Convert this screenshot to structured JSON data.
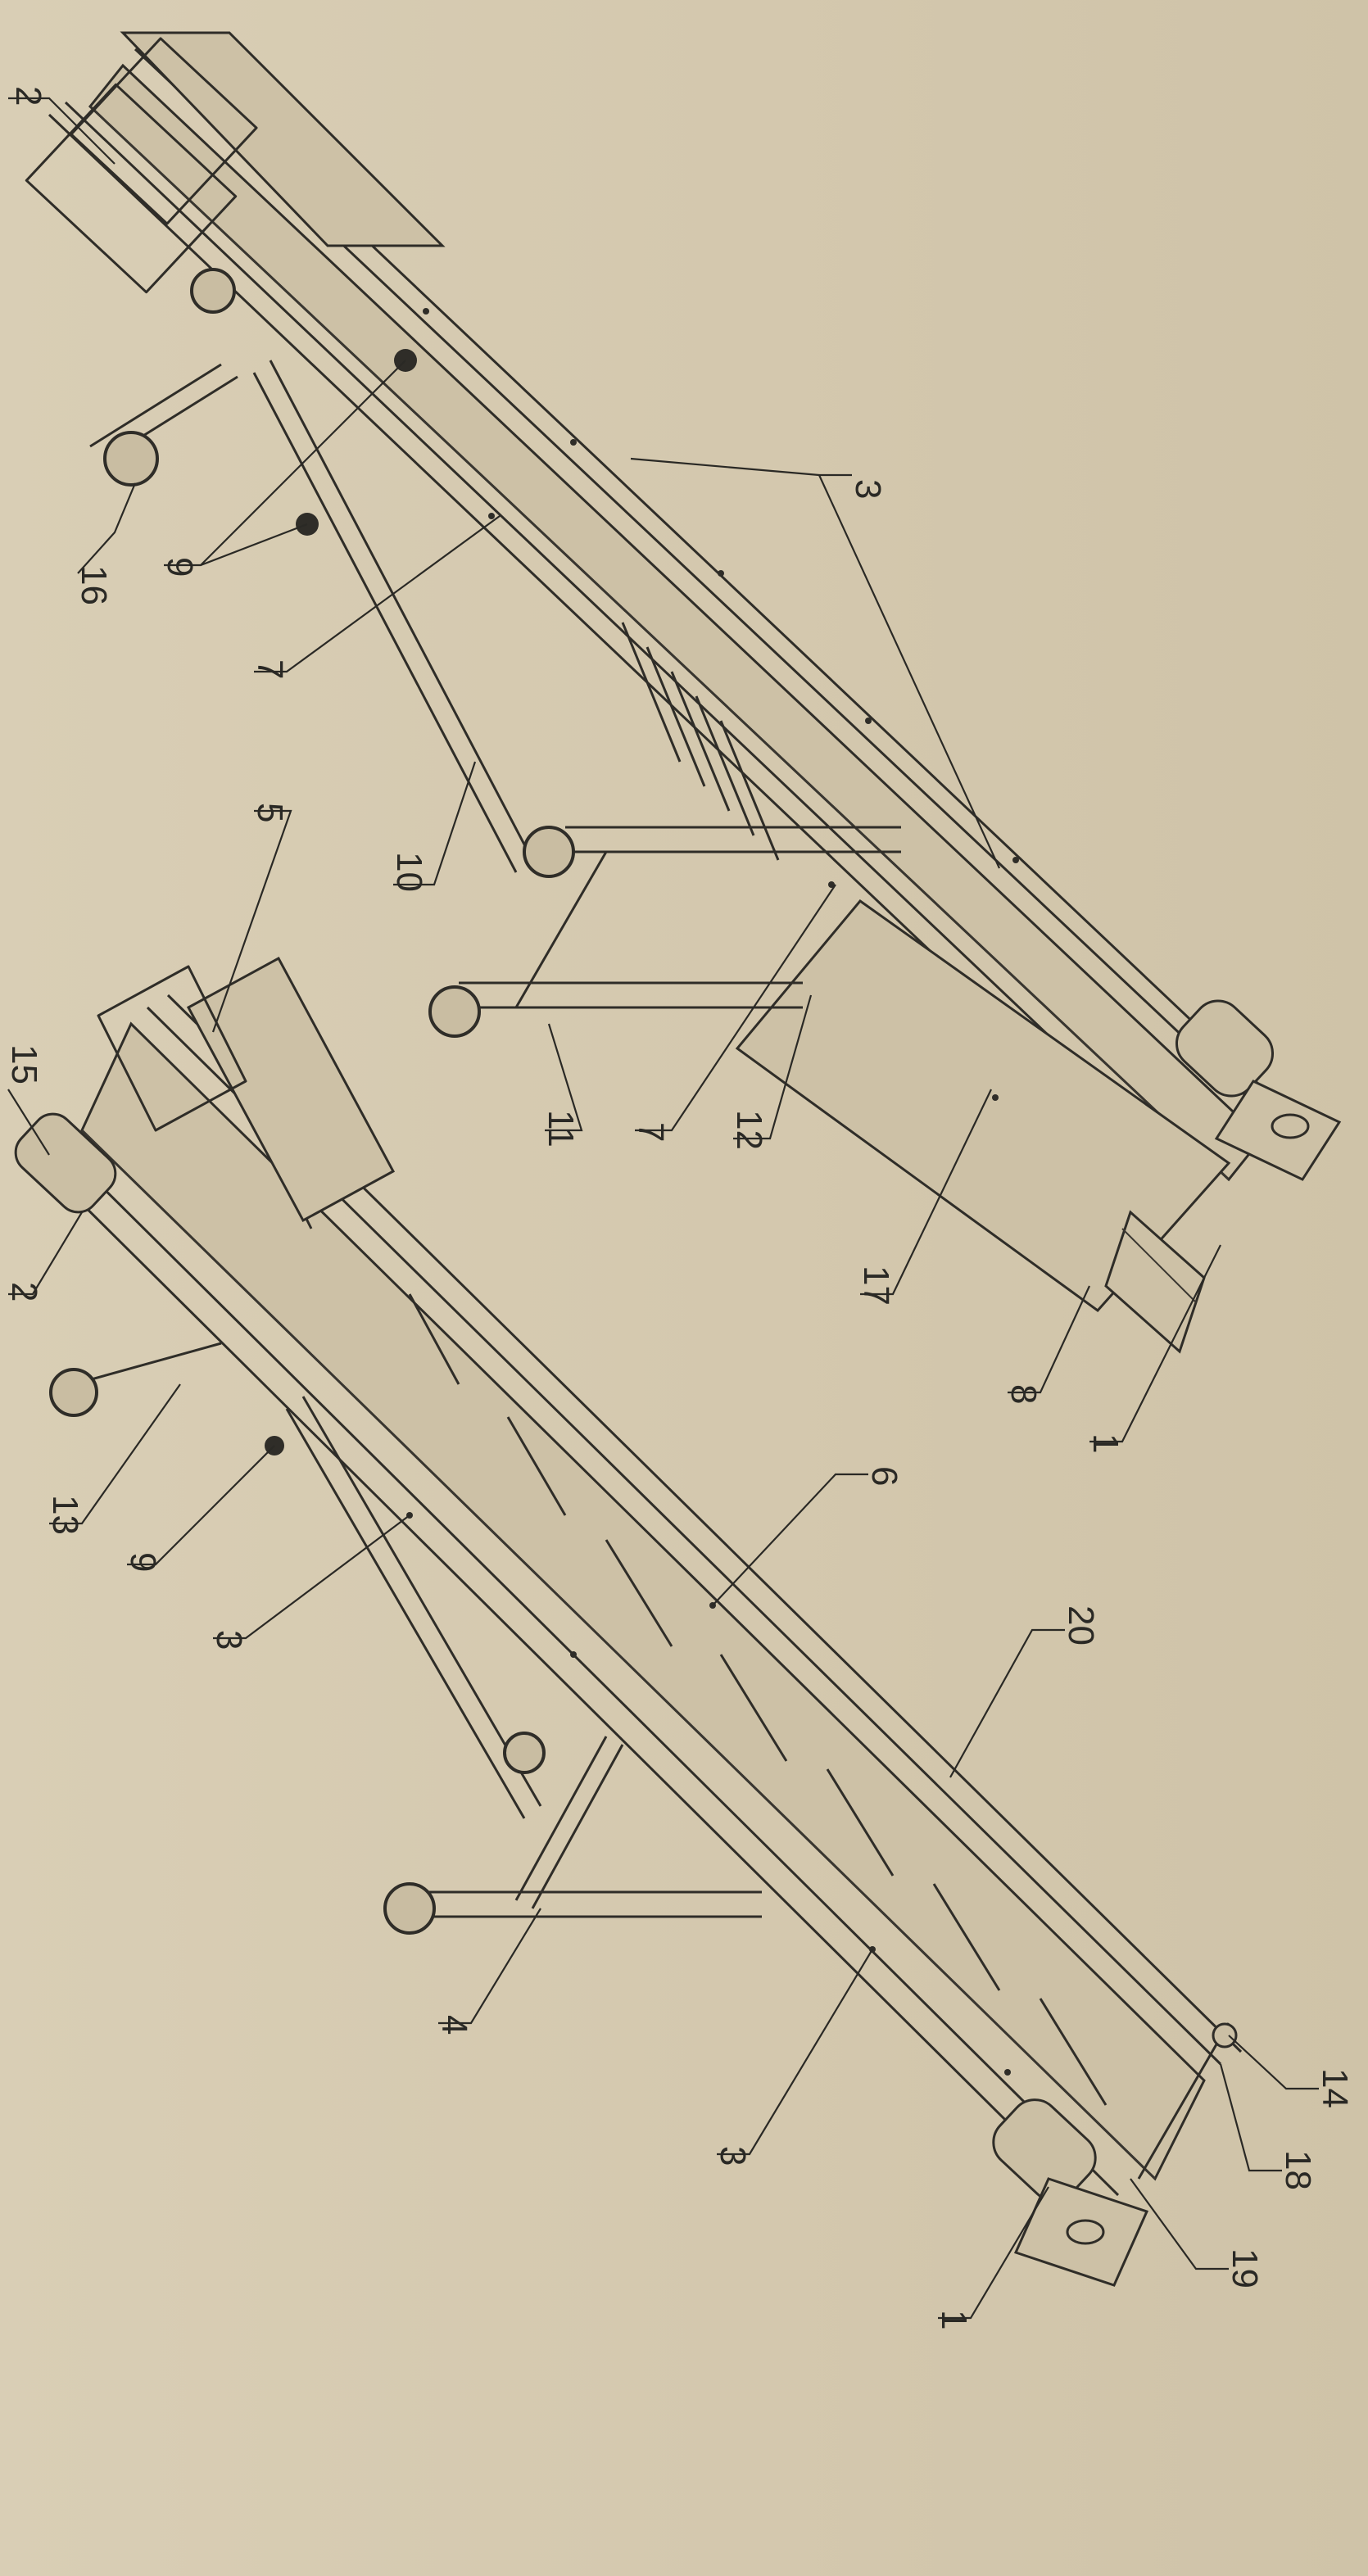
{
  "diagram": {
    "callouts": {
      "c1a": "1",
      "c1b": "1",
      "c2a": "2",
      "c2b": "2",
      "c3a": "3",
      "c3b": "3",
      "c3c": "3",
      "c4": "4",
      "c5": "5",
      "c6": "6",
      "c7a": "7",
      "c7b": "7",
      "c8": "8",
      "c9a": "9",
      "c9b": "9",
      "c10": "10",
      "c11": "11",
      "c12": "12",
      "c13": "13",
      "c14": "14",
      "c15": "15",
      "c16": "16",
      "c17": "17",
      "c18": "18",
      "c19": "19",
      "c20": "20"
    }
  }
}
